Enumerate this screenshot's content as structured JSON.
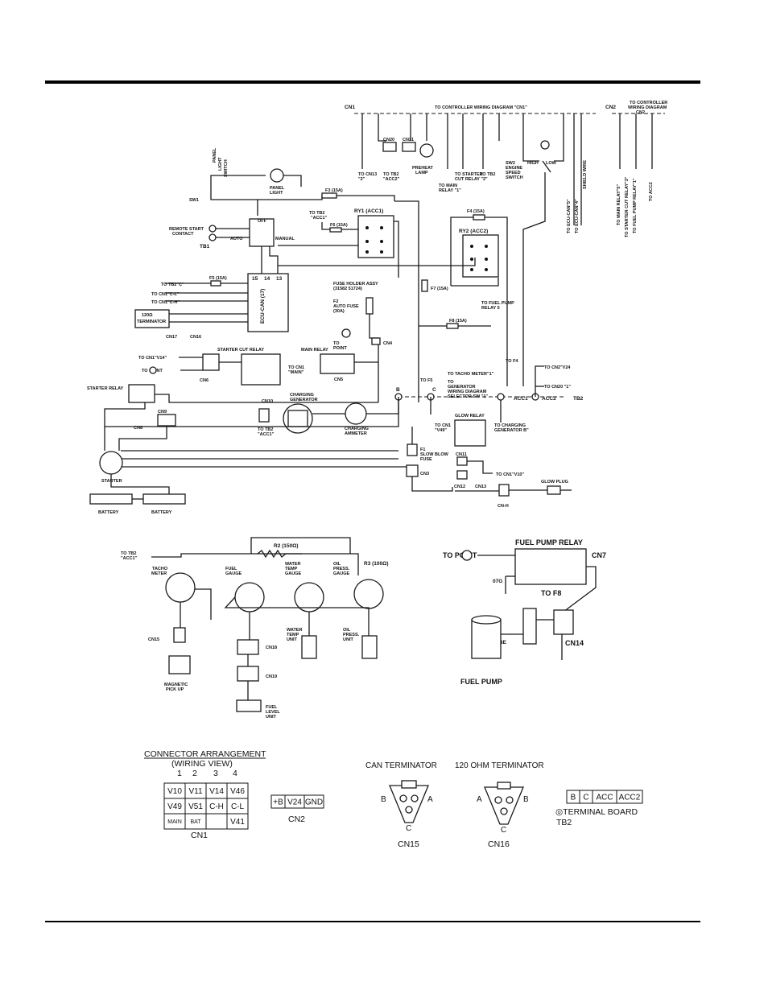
{
  "top_schematic": {
    "cn1_header": "CN1",
    "controller_cn1": "TO CONTROLLER WIRING DIAGRAM \"CN1\"",
    "cn2_header": "CN2",
    "controller_cn2": [
      "TO CONTROLLER",
      "WIRING DIAGRAM",
      "CN2"
    ],
    "cn20": "CN20",
    "cn21": "CN21",
    "preheat_lamp": [
      "PREHEAT",
      "LAMP"
    ],
    "to_cn13": [
      "TO CN13",
      "\"2\""
    ],
    "to_tb2_acc2": [
      "TO TB2",
      "\"ACC2\""
    ],
    "to_starter_cut_relay": [
      "TO STARTER",
      "CUT RELAY \"2\""
    ],
    "to_main_relay": [
      "TO MAIN",
      "RELAY \"1\""
    ],
    "to_tb2_2": "TO TB2",
    "sw2": [
      "SW2",
      "ENGINE",
      "SPEED",
      "SWITCH"
    ],
    "high": "HIGH",
    "low": "LOW",
    "to_ecu_can_s": "TO ECU-CAN\"5\"",
    "to_ecu_can_4": "TO ECU-CAN\"4\"",
    "shield_wire": "SHIELD WIRE",
    "to_main_relay_5": "TO MAIN RELAY\"5\"",
    "to_starter_cut_relay_3": "TO STARTER CUT RELAY\"3\"",
    "to_fuel_pump_relay_1": "TO FUEL PUMP RELAY\"1\"",
    "to_acc2": "TO ACC2",
    "panel_light_switch": [
      "PANEL",
      "LIGHT",
      "SWITCH"
    ],
    "panel_light": [
      "PANEL",
      "LIGHT"
    ],
    "sw1": "SW1",
    "f3": "F3 (15A)",
    "ry1": "RY1 (ACC1)",
    "ry2": "RY2 (ACC2)",
    "f6": "F6 (15A)",
    "f4": "F4 (15A)",
    "to_tb2_acc1": [
      "TO TB2",
      "\"ACC1\""
    ],
    "remote_start": [
      "REMOTE START",
      "CONTACT"
    ],
    "tb1": "TB1",
    "off": "OFF",
    "auto": "AUTO",
    "manual": "MANUAL",
    "ecu_can": "ECU-CAN (17)",
    "ecu_pins": [
      "15",
      "14",
      "13"
    ],
    "f5": "F5 (15A)",
    "to_tb2_c": "TO TB2\"C\"",
    "to_cn1_cl": "TO CN1\"C-L\"",
    "to_cn1_ch": "TO CN1\"C-H\"",
    "terminator_120": [
      "120Ω",
      "TERMINATOR"
    ],
    "cn17": "CN17",
    "cn16": "CN16",
    "fuse_holder": [
      "FUSE HOLDER ASSY",
      "(31582 51724)"
    ],
    "f2": [
      "F2",
      "AUTO FUSE",
      "(30A)"
    ],
    "f7": "F7 (15A)",
    "to_fuel_pump_relay_5": [
      "TO FUEL PUMP",
      "RELAY 5"
    ],
    "f8": "F8 (15A)",
    "to_point": [
      "TO",
      "POINT"
    ],
    "cn4": "CN4",
    "main_relay": "MAIN RELAY",
    "to_cn1_main": [
      "TO CN1",
      "\"MAIN\""
    ],
    "cn5": "CN5",
    "starter_cut_relay": "STARTER CUT RELAY",
    "to_cn1_v14": "TO CN1\"V14\"",
    "to_point2": "TO    POINT",
    "cn6": "CN6",
    "starter_relay": "STARTER RELAY",
    "cn9": "CN9",
    "cn8": "CN8",
    "cn10": "CN10",
    "charging_generator": [
      "CHARGING",
      "GENERATOR"
    ],
    "to_tb2_acc1_b": [
      "TO TB2",
      "\"ACC1\""
    ],
    "charging_ammeter": [
      "CHARGING",
      "AMMETER"
    ],
    "to_f5": "TO F5",
    "to_tacho": "TO TACHO METER\"1\"",
    "to_gen_selector": [
      "TO",
      "GENERATOR",
      "WIRING DIAGRAM",
      "SELECTOR SW \"1\""
    ],
    "to_f4": "TO F4",
    "to_cn2_v24": "TO CN2\"V24",
    "to_cn20_1": "TO CN20 \"1\"",
    "tb2_labels": [
      "B",
      "C",
      "ACC1",
      "ACC2",
      "TB2"
    ],
    "to_cn1_v49": [
      "TO CN1",
      "\"V49\""
    ],
    "glow_relay": "GLOW RELAY",
    "to_charging_gen_b": [
      "TO CHARGING",
      "GENERATOR B\""
    ],
    "f1": [
      "F1",
      "SLOW BLOW",
      "FUSE"
    ],
    "cn3": "CN3",
    "cn11": "CN11",
    "cn12": "CN12",
    "cn13": "CN13",
    "to_cn1_v10": "TO CN1\"V10\"",
    "glow_plug": "GLOW PLUG",
    "cn_h": "CN-H",
    "starter": "STARTER",
    "battery": "BATTERY"
  },
  "gauge_schematic": {
    "to_tb2_acc1": [
      "TO TB2",
      "\"ACC1\""
    ],
    "r2": "R2 (150Ω)",
    "r3": "R3 (100Ω)",
    "tacho_meter": [
      "TACHO",
      "METER"
    ],
    "fuel_gauge": [
      "FUEL",
      "GAUGE"
    ],
    "water_temp_gauge": [
      "WATER",
      "TEMP",
      "GAUGE"
    ],
    "oil_press_gauge": [
      "OIL",
      "PRESS.",
      "GAUGE"
    ],
    "cn15": "CN15",
    "magnetic_pickup": [
      "MAGNETIC",
      "PICK UP"
    ],
    "cn18": "CN18",
    "cn19": "CN19",
    "water_temp_unit": [
      "WATER",
      "TEMP",
      "UNIT"
    ],
    "oil_press_unit": [
      "OIL",
      "PRESS.",
      "UNIT"
    ],
    "fuel_level_unit": [
      "FUEL",
      "LEVEL",
      "UNIT"
    ]
  },
  "fuel_pump": {
    "title": "FUEL PUMP RELAY",
    "to_point": "TO    POINT",
    "cn7": "CN7",
    "to_f8": "TO F8",
    "wire_07g": "07G",
    "cn14": "CN14",
    "pump_label": "FUEL PUMP",
    "wire_7wbe": "7WBE"
  },
  "connector_arrangement": {
    "title": "CONNECTOR ARRANGEMENT",
    "subtitle": "(WIRING VIEW)",
    "col_numbers": [
      "1",
      "2",
      "3",
      "4"
    ],
    "rows": [
      [
        "V10",
        "V11",
        "V14",
        "V46"
      ],
      [
        "V49",
        "V51",
        "C-H",
        "C-L"
      ],
      [
        "MAIN",
        "BAT",
        "",
        "V41"
      ]
    ],
    "cn1_label": "CN1",
    "cn2_cells": [
      "+B",
      "V24",
      "GND"
    ],
    "cn2_label": "CN2"
  },
  "terminators": {
    "can_title": "CAN TERMINATOR",
    "ohm_title": "120 OHM TERMINATOR",
    "pins_cn15": [
      "B",
      "A",
      "C"
    ],
    "pins_cn16": [
      "A",
      "B",
      "C"
    ],
    "cn15_label": "CN15",
    "cn16_label": "CN16"
  },
  "terminal_board": {
    "cells": [
      "B",
      "C",
      "ACC",
      "ACC2"
    ],
    "label": "◎TERMINAL BOARD",
    "tb_label": "TB2"
  }
}
